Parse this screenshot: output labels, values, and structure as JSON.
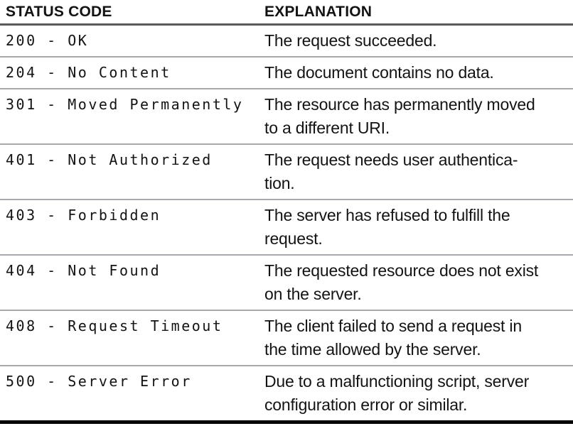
{
  "table": {
    "columns": [
      {
        "label": "STATUS CODE"
      },
      {
        "label": "EXPLANATION"
      }
    ],
    "rows": [
      {
        "code": "200 - OK",
        "lines": [
          "The request succeeded."
        ]
      },
      {
        "code": "204 - No Content",
        "lines": [
          "The document contains no data."
        ]
      },
      {
        "code": "301 - Moved Permanently",
        "lines": [
          "The resource has permanently moved",
          "to a different URI."
        ]
      },
      {
        "code": "401 - Not Authorized",
        "lines": [
          "The request needs user authentica-",
          "tion."
        ]
      },
      {
        "code": "403 - Forbidden",
        "lines": [
          "The server has refused to fulfill the",
          "request."
        ]
      },
      {
        "code": "404 - Not Found",
        "lines": [
          "The requested resource does not exist",
          "on the server."
        ]
      },
      {
        "code": "408 - Request Timeout",
        "lines": [
          "The client failed to send a request in",
          "the time allowed by the server."
        ]
      },
      {
        "code": "500 - Server Error",
        "lines": [
          "Due to a malfunctioning script, server",
          "configuration error or similar."
        ]
      }
    ],
    "colors": {
      "text": "#131313",
      "header_rule": "#58595b",
      "row_rule": "#a7a9ac",
      "bottom_rule": "#000000",
      "background": "#ffffff"
    }
  }
}
